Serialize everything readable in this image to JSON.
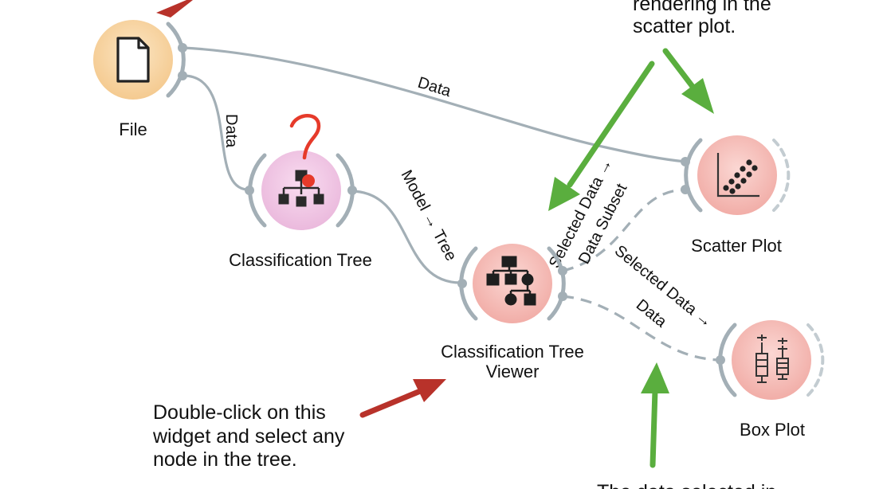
{
  "nodes": {
    "file": {
      "label": "File",
      "color": "#f8d7a8",
      "icon": "document-icon"
    },
    "classification_tree": {
      "label": "Classification Tree",
      "color": "#f2c8e6",
      "icon": "tree-icon"
    },
    "tree_viewer": {
      "label_line1": "Classification Tree",
      "label_line2": "Viewer",
      "color": "#f7c1bd",
      "icon": "tree-viewer-icon"
    },
    "scatter_plot": {
      "label": "Scatter Plot",
      "color": "#f7c1bd",
      "icon": "scatter-icon"
    },
    "box_plot": {
      "label": "Box Plot",
      "color": "#f7c1bd",
      "icon": "boxplot-icon"
    }
  },
  "links": {
    "file_scatter": "Data",
    "file_tree": "Data",
    "tree_viewer": "Model → Tree",
    "viewer_scatter_1": "Selected Data →",
    "viewer_scatter_2": "Data Subset",
    "viewer_box_1": "Selected Data →",
    "viewer_box_2": "Data"
  },
  "annotations": {
    "top_line1": "rendering in the",
    "top_line2": "scatter plot.",
    "left_line1": "Double-click on this",
    "left_line2": "widget and select any",
    "left_line3": "node in the tree.",
    "bottom_line1": "The data selected in",
    "question_mark": "?"
  },
  "colors": {
    "green_arrow": "#5aae3e",
    "red_arrow": "#b8322a",
    "link": "#a3afb6",
    "scribble": "#e63a2a"
  }
}
